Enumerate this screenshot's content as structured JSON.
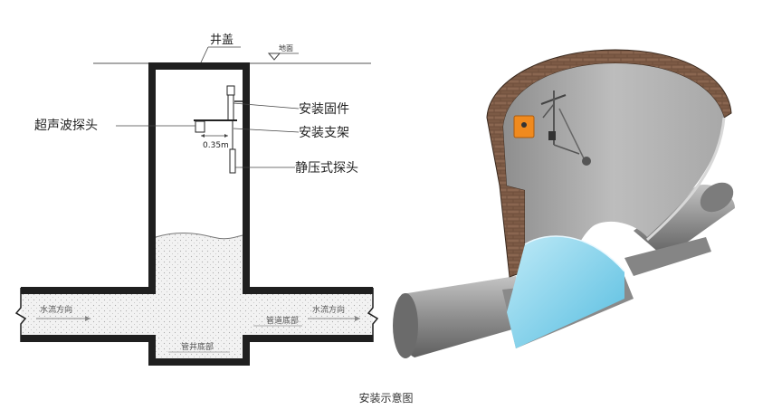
{
  "schematic": {
    "well_cover": "井盖",
    "ground": "地面",
    "ultrasonic_probe": "超声波探头",
    "mount_fixture": "安装固件",
    "mount_bracket": "安装支架",
    "pressure_probe": "静压式探头",
    "distance": "0.35m",
    "flow_left": "水流方向",
    "flow_right": "水流方向",
    "pipe_bottom": "管道底部",
    "well_bottom": "管井底部"
  },
  "caption": "安装示意图",
  "colors": {
    "wall": "#1f1f1f",
    "water_fill": "#eeeeee",
    "brick": "#7a5a45",
    "pipe": "#9a9a9a",
    "water_3d": "#7fd0ea",
    "sensor_box": "#f08a1e"
  }
}
